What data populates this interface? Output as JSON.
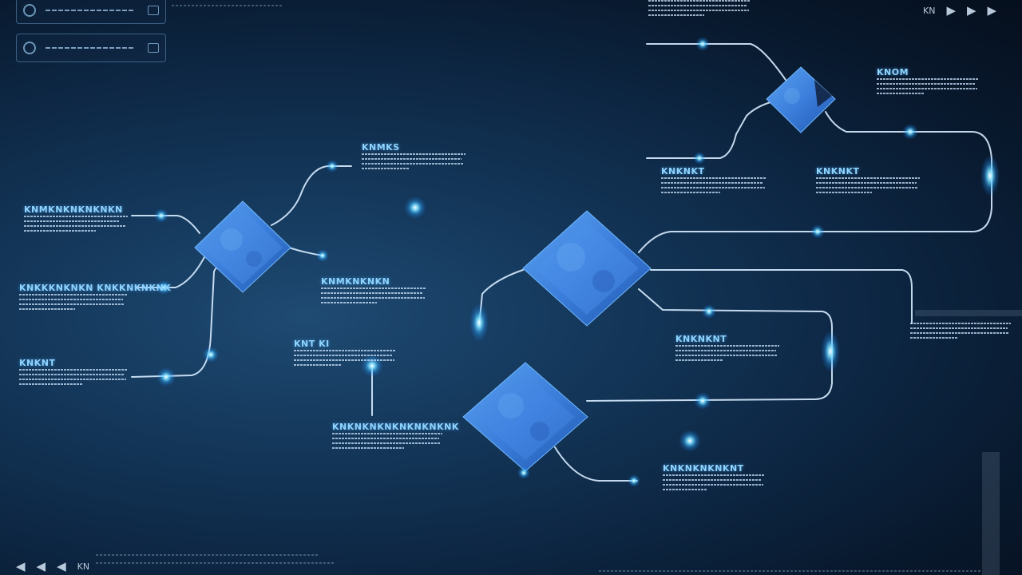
{
  "nodes": [
    {
      "id": "node-left"
    },
    {
      "id": "node-center"
    },
    {
      "id": "node-top-right"
    },
    {
      "id": "node-bottom"
    }
  ],
  "labels": {
    "l1": "KNMKNKNKNKNKN",
    "l2": "KNKKKNKNKN KNKKNKNKNK",
    "l3": "KNKNT",
    "l4": "KNMKS",
    "l5": "KNMKNKNKN",
    "l6": "KNT KI",
    "l7": "KNKNKNKNKNKNKNKNK",
    "l8": "KNKNKT",
    "l9": "KNKNKT",
    "l10": "KNOM",
    "l11": "KNKNKNT",
    "l12": "KNKNKNKNKNT"
  },
  "controls": {
    "top_right": [
      "KN",
      "▶",
      "▶",
      "▶"
    ],
    "bottom_left": [
      "◀",
      "◀",
      "◀",
      "KN"
    ]
  },
  "colors": {
    "accent": "#38c8ff",
    "line": "#d8ecff",
    "node_fill": "#3f86e0",
    "node_dark": "#1c4c9c",
    "label": "#8fd4ff"
  }
}
